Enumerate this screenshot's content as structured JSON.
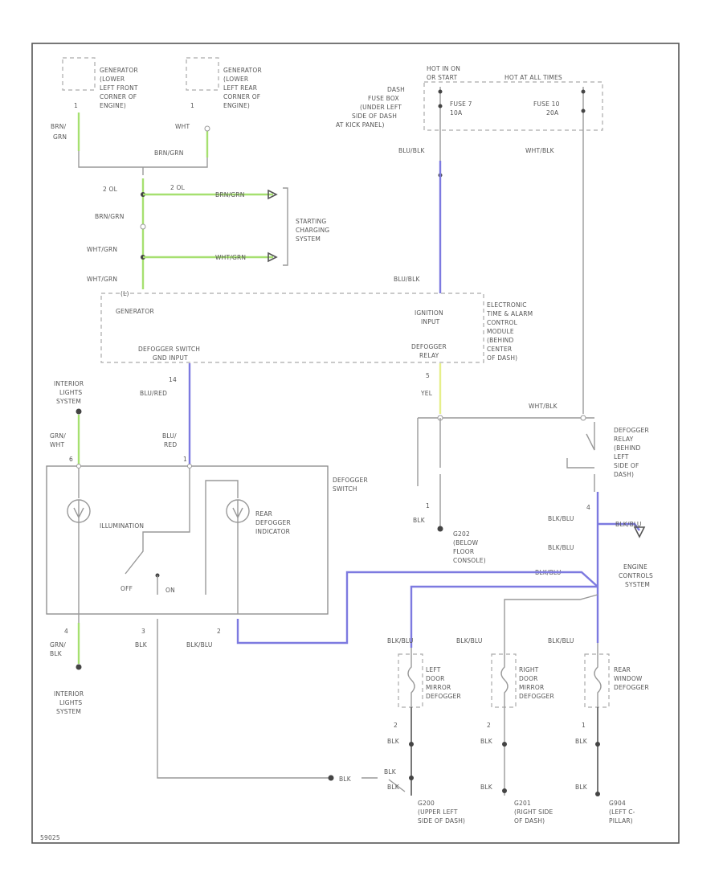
{
  "colors": {
    "blue": "#7d7ae0",
    "green": "#a6e070",
    "yellow": "#e6ef8a",
    "border": "#555555"
  },
  "labels": {
    "gen_front": [
      "GENERATOR",
      "(LOWER",
      "LEFT FRONT",
      "CORNER OF",
      "ENGINE)"
    ],
    "gen_rear": [
      "GENERATOR",
      "(LOWER",
      "LEFT REAR",
      "CORNER OF",
      "ENGINE)"
    ],
    "pin1a": "1",
    "pin1b": "1",
    "brn_grn_a": [
      "BRN/",
      "GRN"
    ],
    "wht_b": "WHT",
    "brn_grn_b": "BRN/GRN",
    "hot_in_on": [
      "HOT IN ON",
      "OR START"
    ],
    "hot_at_all": "HOT AT ALL TIMES",
    "dash_fuse": [
      "DASH",
      "FUSE BOX",
      "(UNDER LEFT",
      "SIDE OF DASH",
      "AT KICK PANEL)"
    ],
    "fuse7": [
      "FUSE 7",
      "10A"
    ],
    "fuse10": [
      "FUSE 10",
      "20A"
    ],
    "blu_blk_top": "BLU/BLK",
    "wht_blk_top": "WHT/BLK",
    "c2a": "2 OL",
    "c2b": "2 OL",
    "brn_grn_c": "BRN/GRN",
    "brn_grn_d": "BRN/GRN",
    "wht_grn_a": "WHT/GRN",
    "wht_grn_b": "WHT/GRN",
    "wht_grn_c": "WHT/GRN",
    "starting": [
      "STARTING",
      "CHARGING",
      "SYSTEM"
    ],
    "blu_blk_mid": "BLU/BLK",
    "pin_l": "(L)",
    "generator": "GENERATOR",
    "defogger_switch_input": [
      "DEFOGGER SWITCH",
      "GND INPUT"
    ],
    "ign_input": [
      "IGNITION",
      "INPUT"
    ],
    "defogger_relay": [
      "DEFOGGER",
      "RELAY"
    ],
    "etacm": [
      "ELECTRONIC",
      "TIME & ALARM",
      "CONTROL",
      "MODULE",
      "(BEHIND",
      "CENTER",
      "OF DASH)"
    ],
    "interior_top": [
      "INTERIOR",
      "LIGHTS",
      "SYSTEM"
    ],
    "pin14": "14",
    "blu_red_a": "BLU/RED",
    "pin5": "5",
    "yel": "YEL",
    "wht_blk_mid": "WHT/BLK",
    "grn_wht": [
      "GRN/",
      "WHT"
    ],
    "blu_red_b": [
      "BLU/",
      "RED"
    ],
    "p6": "6",
    "p1": "1",
    "defogger_switch": [
      "DEFOGGER",
      "SWITCH"
    ],
    "illumination": "ILLUMINATION",
    "rear_indicator": [
      "REAR",
      "DEFOGGER",
      "INDICATOR"
    ],
    "off": "OFF",
    "on": "ON",
    "relay_label": [
      "DEFOGGER",
      "RELAY",
      "(BEHIND",
      "LEFT",
      "SIDE OF",
      "DASH)"
    ],
    "p4": "4",
    "blk_g": "BLK",
    "g202": [
      "G202",
      "(BELOW",
      "FLOOR",
      "CONSOLE)"
    ],
    "blk_blu_a": "BLK/BLU",
    "blk_blu_b": "BLK/BLU",
    "blk_blu_c": "BLK/BLU",
    "blk_blu_arrow": "BLK/BLU",
    "engine_controls": [
      "ENGINE",
      "CONTROLS",
      "SYSTEM"
    ],
    "p4b": "4",
    "p3": "3",
    "p2": "2",
    "grn_blk": [
      "GRN/",
      "BLK"
    ],
    "blk_s": "BLK",
    "blk_blu_s": "BLK/BLU",
    "blk_blu_l": "BLK/BLU",
    "blk_blu_r": "BLK/BLU",
    "blk_blu_rear": "BLK/BLU",
    "left_mirror": [
      "LEFT",
      "DOOR",
      "MIRROR",
      "DEFOGGER"
    ],
    "right_mirror": [
      "RIGHT",
      "DOOR",
      "MIRROR",
      "DEFOGGER"
    ],
    "rear_window": [
      "REAR",
      "WINDOW",
      "DEFOGGER"
    ],
    "interior_bottom": [
      "INTERIOR",
      "LIGHTS",
      "SYSTEM"
    ],
    "d2a": "2",
    "d2b": "2",
    "d1c": "1",
    "blk_d1": "BLK",
    "blk_d2": "BLK",
    "blk_d3": "BLK",
    "blk_link": "BLK",
    "blk_link2": "BLK",
    "blk_e1": "BLK",
    "blk_e2": "BLK",
    "blk_e3": "BLK",
    "g200": [
      "G200",
      "(UPPER LEFT",
      "SIDE OF DASH)"
    ],
    "g201": [
      "G201",
      "(RIGHT SIDE",
      "OF DASH)"
    ],
    "g904": [
      "G904",
      "(LEFT C-",
      "PILLAR)"
    ],
    "code": "59025"
  }
}
